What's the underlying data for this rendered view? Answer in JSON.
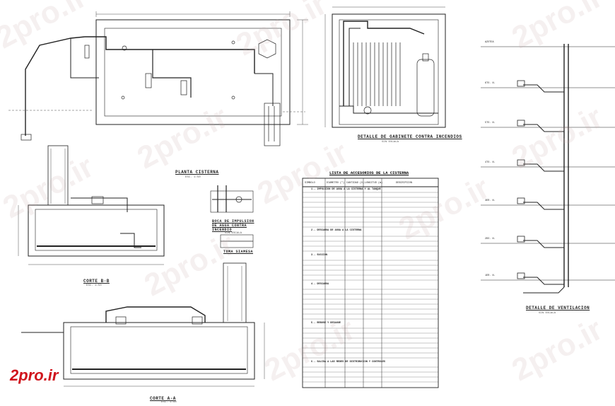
{
  "watermark": "2pro.ir",
  "logo": "2pro.ir",
  "drawings": {
    "plan": {
      "title": "PLANTA CISTERNA",
      "scale": "ESC. 1:50"
    },
    "fire_detail": {
      "title": "DETALLE DE GABINETE CONTRA INCENDIOS",
      "scale": "SIN ESCALA"
    },
    "section_b": {
      "title": "CORTE B-B",
      "scale": "ESC. 1:50"
    },
    "section_a": {
      "title": "CORTE A-A",
      "scale": "ESC. 1:50"
    },
    "impulsion": {
      "title": "BOCA DE IMPULSION DE AGUA CONTRA INCENDIO",
      "scale": "SIN ESCALA"
    },
    "toma": {
      "title": "TOMA SIAMESA"
    },
    "ventilation": {
      "title": "DETALLE DE VENTILACION",
      "scale": "SIN ESCALA"
    }
  },
  "table": {
    "title": "LISTA DE ACCESORIOS DE LA CISTERNA",
    "headers": [
      "SIMBOLO",
      "DIAMETRO (\")",
      "CANTIDAD (U)",
      "LONGITUD (m)",
      "DESCRIPCION"
    ],
    "sections": [
      "1.- IMPULSION DE AGUA A LA CISTERNA Y AL TANQUE",
      "2.- DESCARGA DE AGUA A LA CISTERNA",
      "3.- SUCCION",
      "4.- DESCARGA",
      "5.- REBOSE Y DESAGUE",
      "6.- SALIDA A LAS REDES DE DISTRIBUCION Y CONTROLES"
    ]
  },
  "levels": [
    "AZOTEA",
    "6TO. N.",
    "5TO. N.",
    "4TO. N.",
    "3ER. N.",
    "2DO. N.",
    "1ER. N."
  ]
}
